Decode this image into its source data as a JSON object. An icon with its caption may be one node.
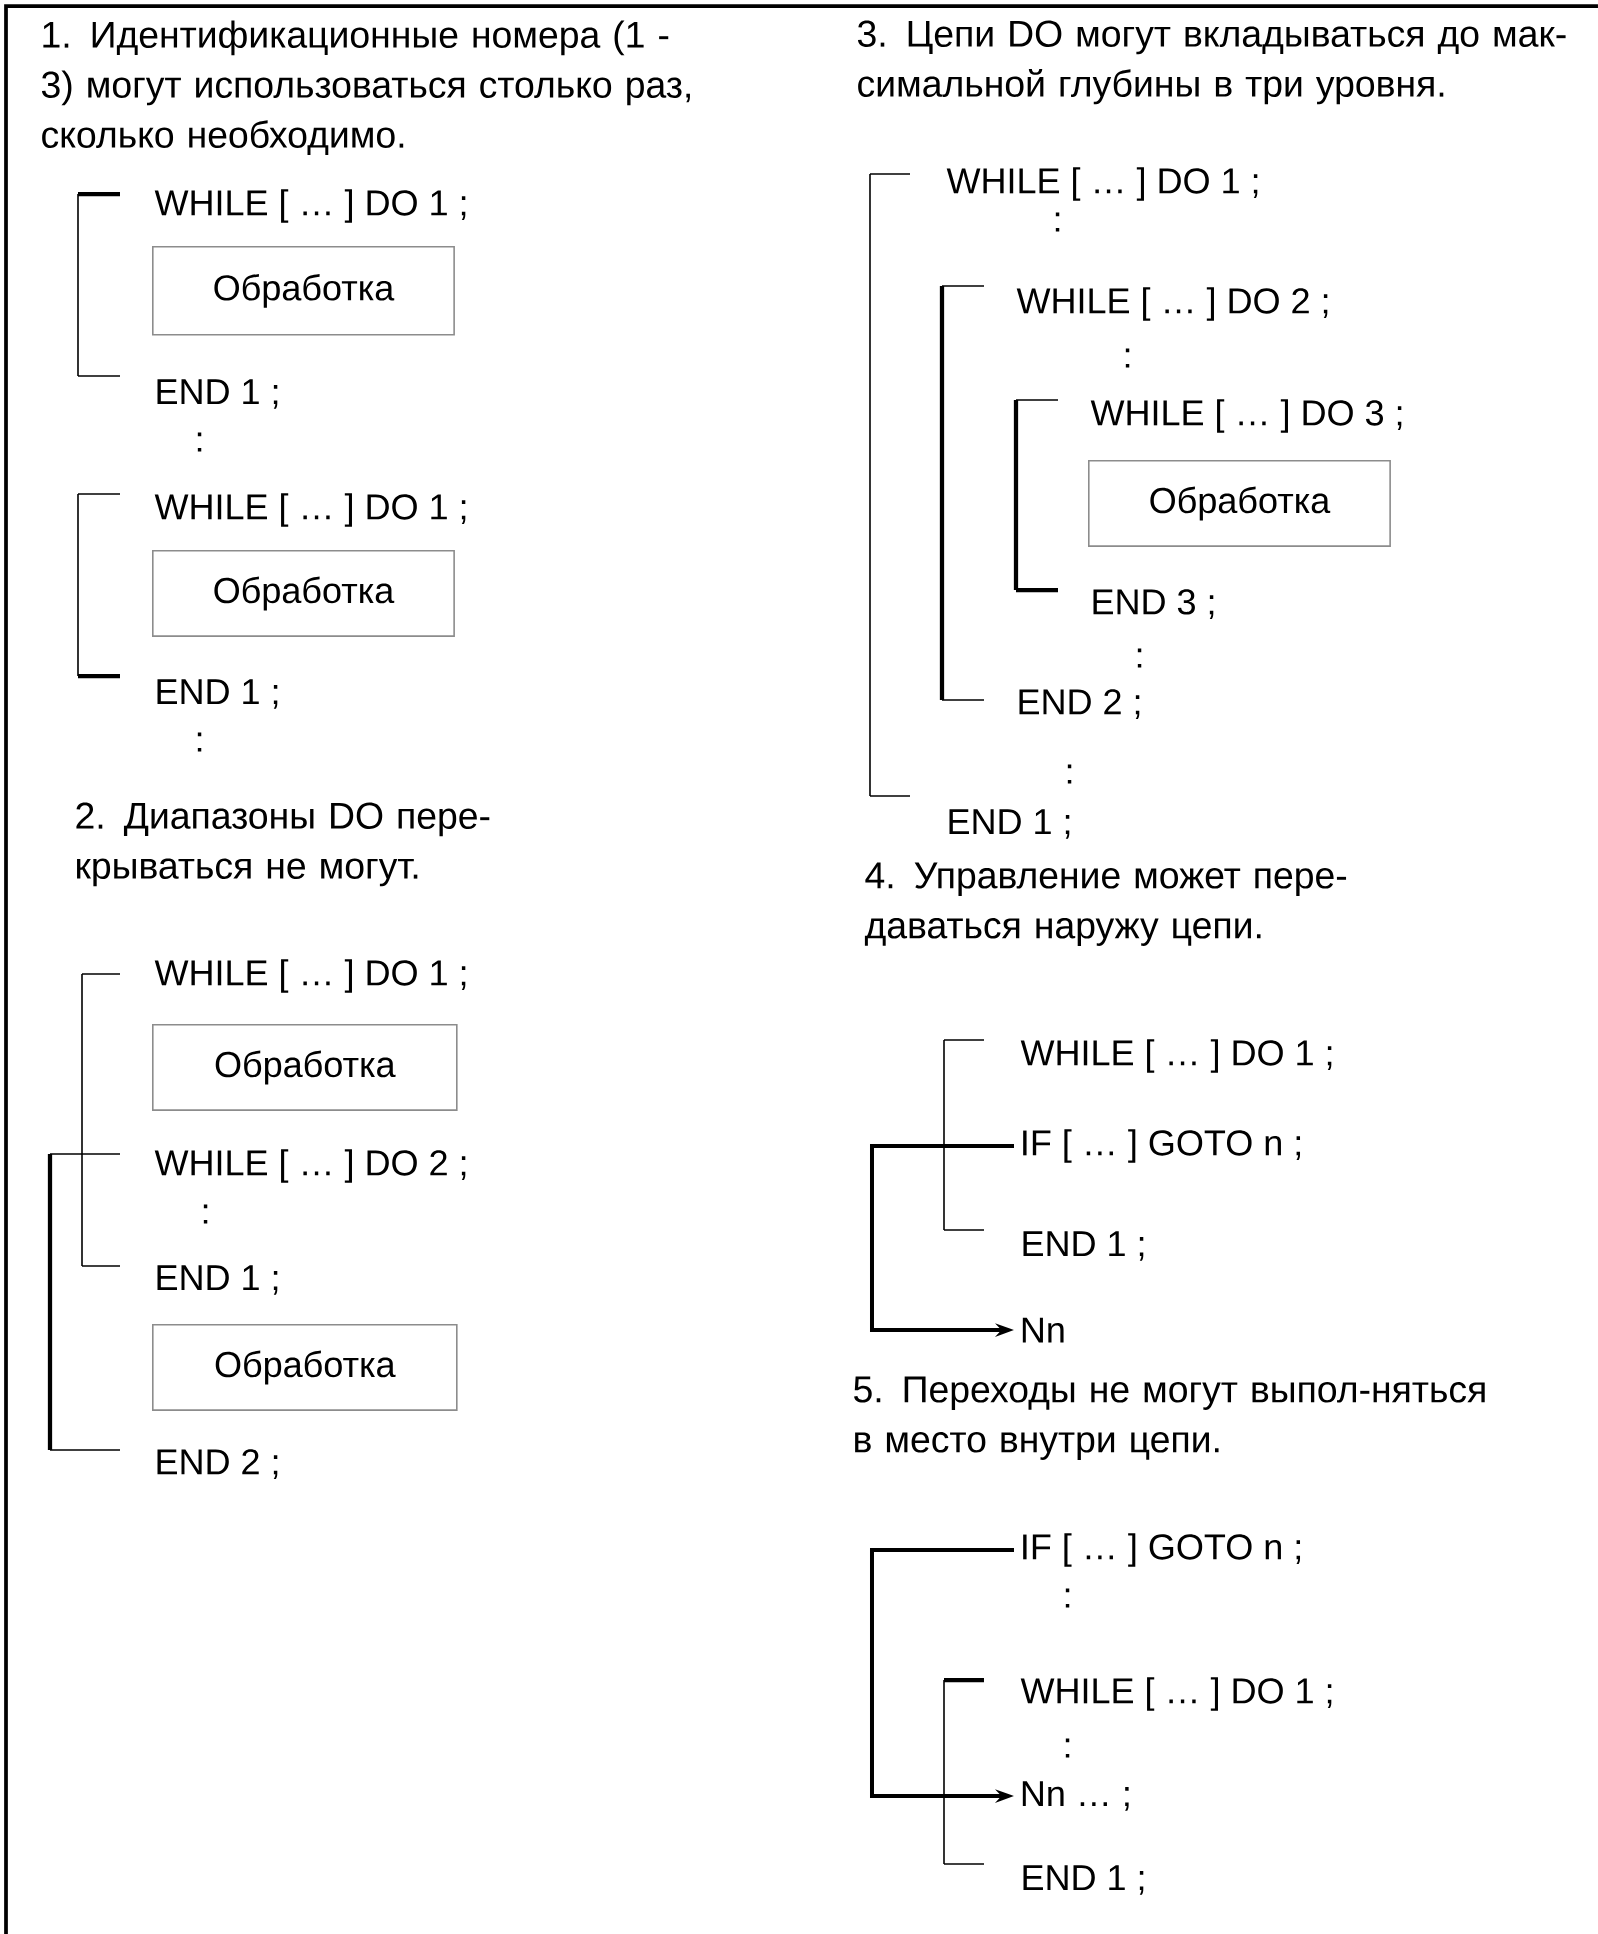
{
  "diagram": {
    "nodes": [
      {
        "text": [
          "Обработка"
        ]
      },
      {
        "text": [
          "Обработка"
        ]
      },
      {
        "text": [
          "Обработка"
        ]
      },
      {
        "text": [
          "Обработка"
        ]
      },
      {
        "text": [
          "Обработка"
        ]
      },
      {
        "text": [
          "IF [ … ] GOTO n ;"
        ]
      },
      {
        "text": [
          "Nn"
        ]
      },
      {
        "text": [
          "IF [ … ] GOTO n ;"
        ]
      },
      {
        "text": [
          "Nn … ;"
        ]
      }
    ],
    "edges": [
      {
        "from": 5,
        "to": 6,
        "arrow": "to"
      },
      {
        "from": 7,
        "to": 8,
        "arrow": "to"
      }
    ],
    "labels": [
      "1. Идентификационные номера (1 - 3) могут использоваться столько раз, сколько необходимо.",
      "WHILE [ … ] DO 1 ;",
      "END 1 ;",
      ":",
      "WHILE [ … ] DO 1 ;",
      "END 1 ;",
      ":",
      "2. Диапазоны DO пере-крываться не могут.",
      "WHILE [ … ] DO 1 ;",
      "WHILE [ … ] DO 2 ;",
      ":",
      "END 1 ;",
      "END 2 ;",
      "3. Цепи DO могут вкладываться до мак-симальной глубины в три уровня.",
      "WHILE [ … ] DO 1 ;",
      ":",
      "WHILE [ … ] DO 2 ;",
      ":",
      "WHILE [ … ] DO 3 ;",
      "END 3 ;",
      ":",
      "END 2 ;",
      ":",
      "END 1 ;",
      "4. Управление может пере-даваться наружу цепи.",
      "WHILE [ … ] DO 1 ;",
      "END 1 ;",
      "5. Переходы не могут выпол-няться в место внутри цепи.",
      ":",
      "WHILE [ … ] DO 1 ;",
      ":",
      "END 1 ;"
    ]
  }
}
